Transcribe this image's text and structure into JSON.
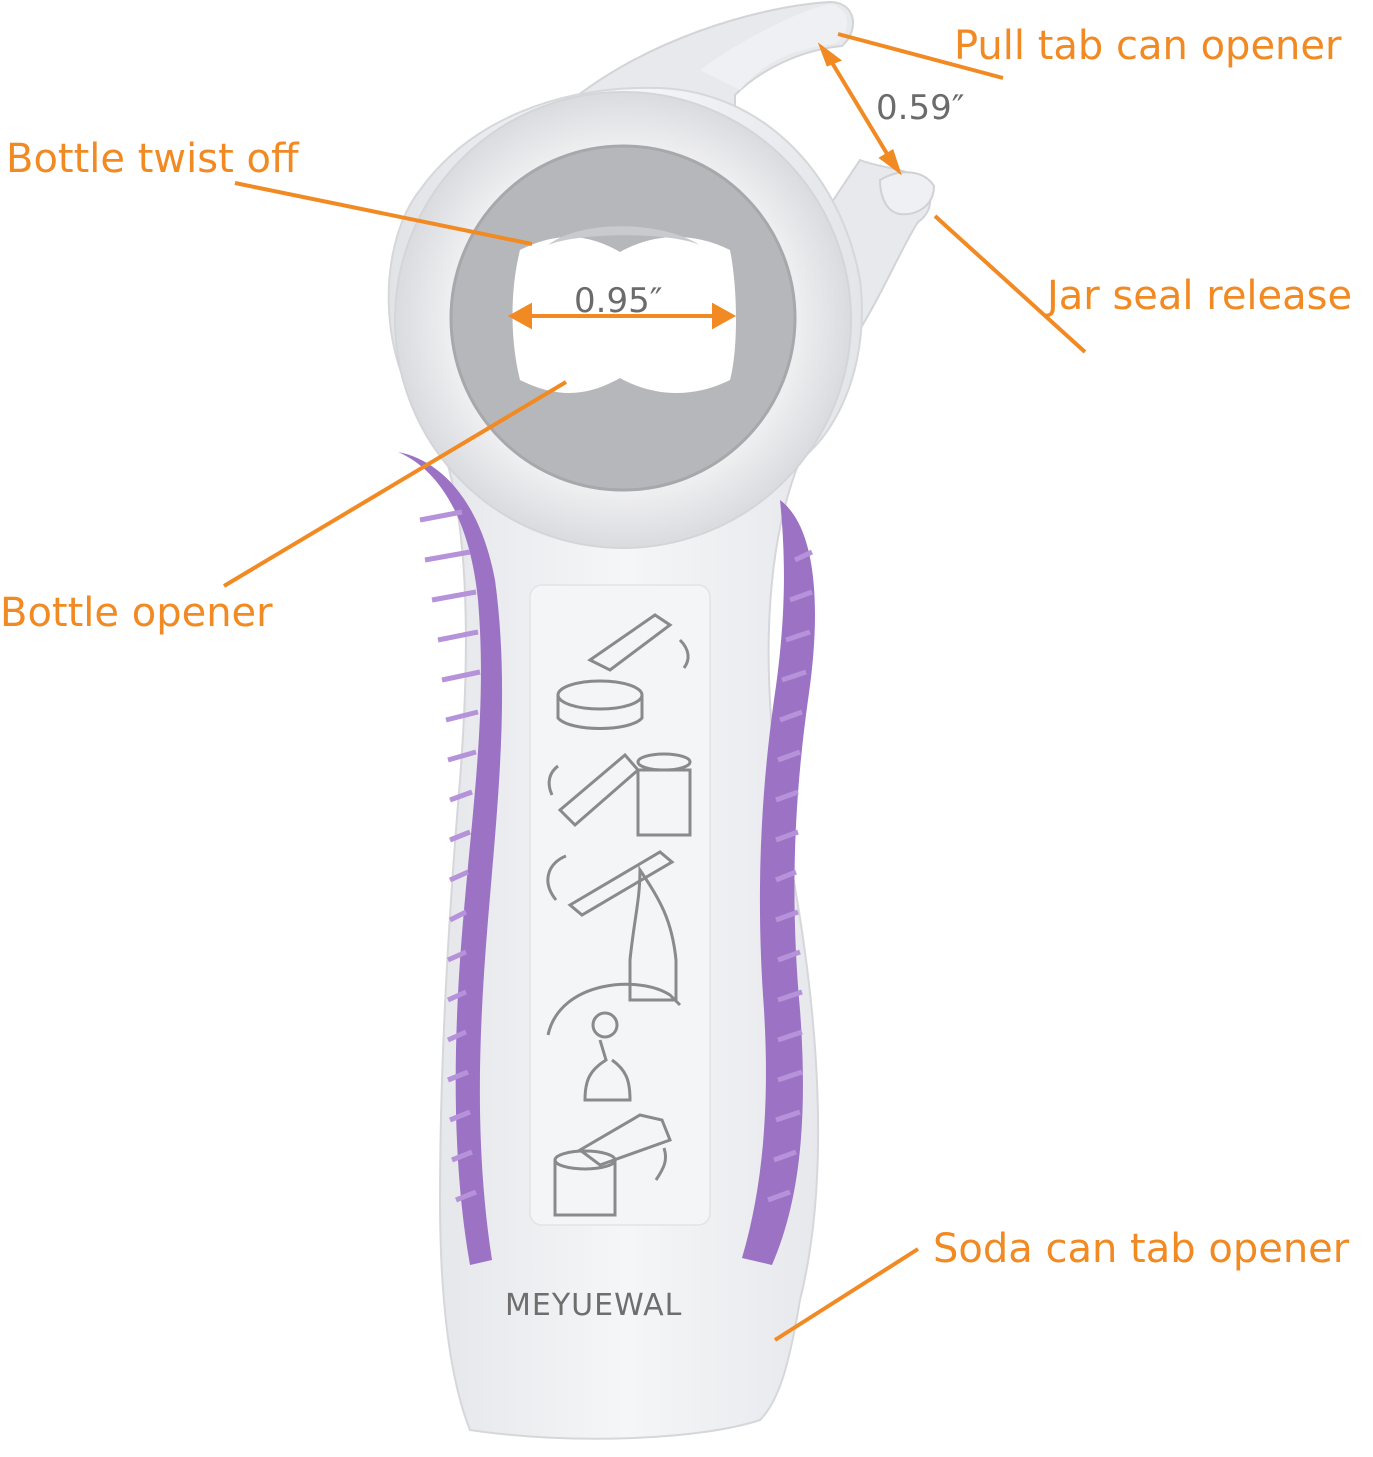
{
  "callouts": {
    "pull_tab": "Pull tab can opener",
    "bottle_twist": "Bottle twist off",
    "jar_seal": "Jar seal release",
    "bottle_opener": "Bottle opener",
    "soda_can": "Soda can tab opener"
  },
  "dimensions": {
    "hook_gap": "0.59″",
    "twist_opening": "0.95″"
  },
  "brand": "MEYUEWAL",
  "colors": {
    "callout": "#f18a22",
    "grip": "#9b72c4",
    "body": "#eef0f3",
    "ring": "#b6b7ba"
  }
}
